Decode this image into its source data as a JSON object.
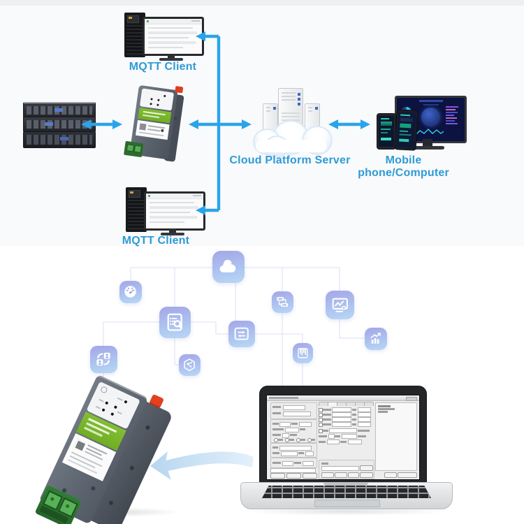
{
  "topology": {
    "mqtt_client_top_label": "MQTT Client",
    "mqtt_client_bottom_label": "MQTT Client",
    "cloud_server_label": "Cloud Platform Server",
    "mobile_computer_label": "Mobile phone/Computer",
    "arrow_color": "#2aa4e9",
    "label_color": "#2e9bd6"
  },
  "features": {
    "tile_color_top": "#9da0e6",
    "tile_color_bottom": "#abc9f2",
    "icons": [
      "cloud",
      "gauge",
      "document-search",
      "data-transfer",
      "contacts-sync",
      "molecule",
      "workflow",
      "monitor-analytics",
      "equalizer",
      "growth-chart"
    ]
  }
}
